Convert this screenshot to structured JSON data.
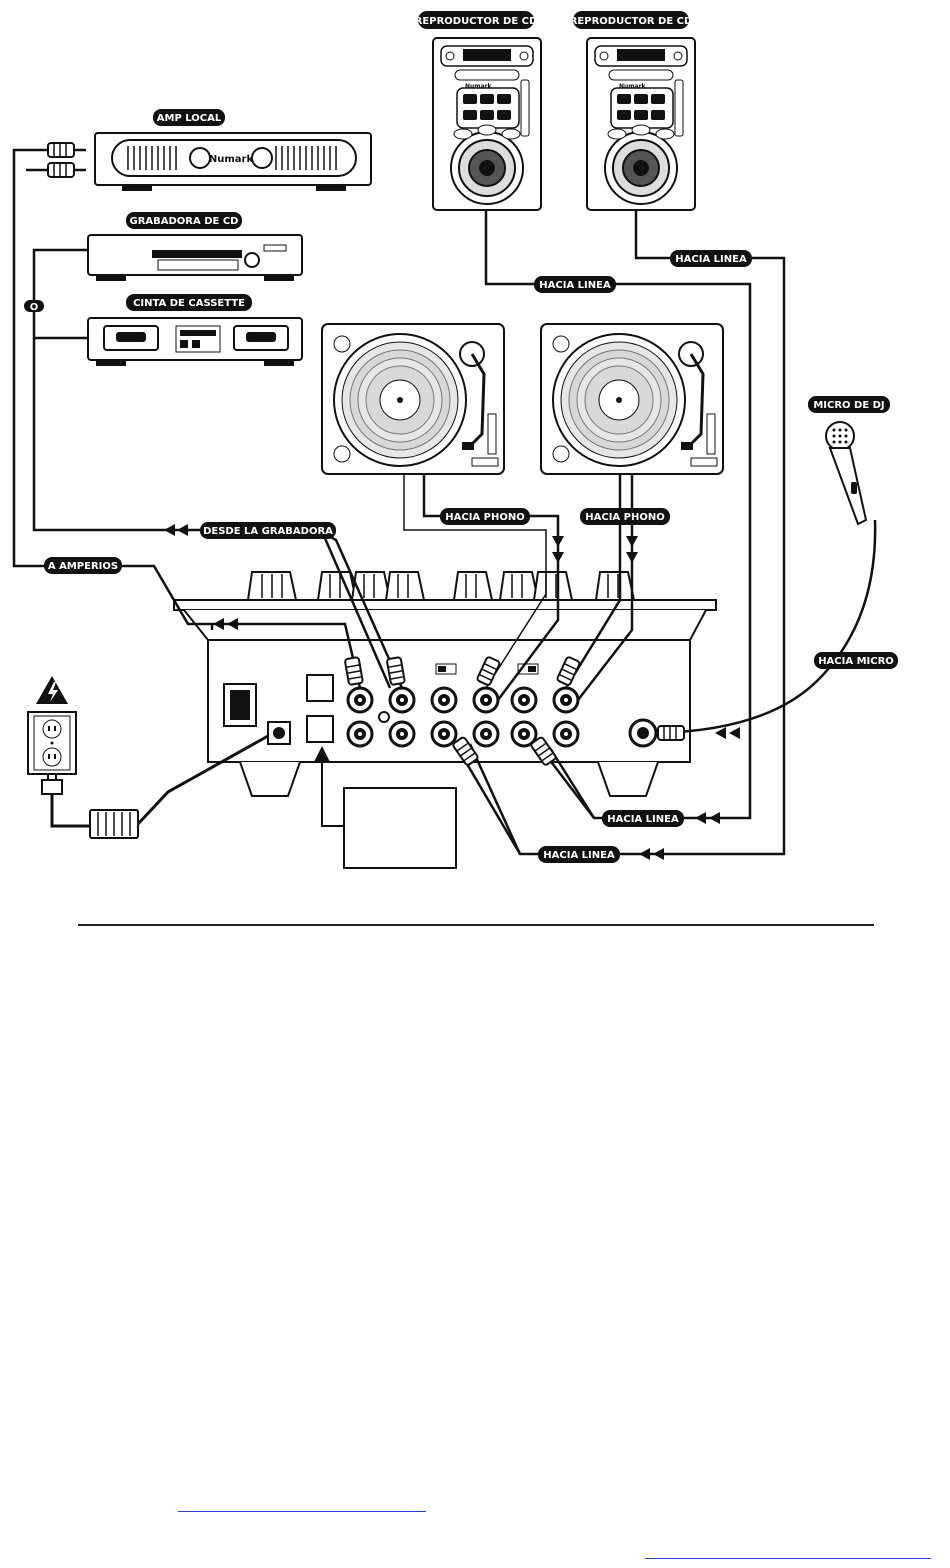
{
  "labels": {
    "cd_player_1": "REPRODUCTOR DE CD",
    "cd_player_2": "REPRODUCTOR DE CD",
    "amp_local": "AMP LOCAL",
    "cd_recorder": "GRABADORA DE CD",
    "cassette": "CINTA DE CASSETTE",
    "line_cd2": "HACIA LINEA",
    "line_cd1": "HACIA LINEA",
    "dj_mic": "MICRO DE DJ",
    "from_recorder": "DESDE LA GRABADORA",
    "to_phono_1": "HACIA PHONO",
    "to_phono_2": "HACIA PHONO",
    "to_amps": "A AMPERIOS",
    "to_mic": "HACIA MICRO",
    "to_line_lower_1": "HACIA LINEA",
    "to_line_lower_2": "HACIA LINEA",
    "or_marker": "O"
  },
  "brand": {
    "amp_logo": "Numark",
    "cd_logo": "Numark"
  },
  "colors": {
    "ink": "#111111",
    "label_bg": "#111111",
    "label_text": "#ffffff",
    "link_blue": "#2a3fd0"
  }
}
